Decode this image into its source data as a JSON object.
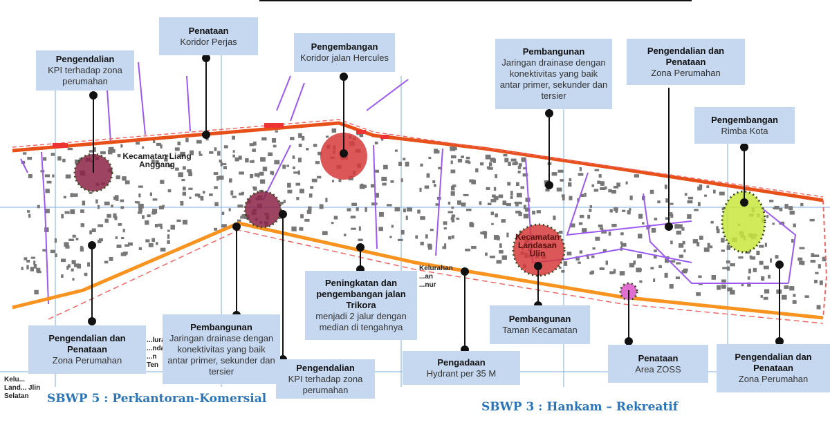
{
  "callouts": [
    {
      "title": "Pengendalian",
      "body": "KPI terhadap zona perumahan"
    },
    {
      "title": "Penataan",
      "body": "Koridor Perjas"
    },
    {
      "title": "Pengembangan",
      "body": "Koridor jalan Hercules"
    },
    {
      "title": "Pembangunan",
      "body": "Jaringan drainase dengan konektivitas yang baik antar primer, sekunder dan tersier"
    },
    {
      "title": "Pengendalian dan Penataan",
      "body": "Zona Perumahan"
    },
    {
      "title": "Pengembangan",
      "body": "Rimba Kota"
    },
    {
      "title": "Pengendalian dan Penataan",
      "body": "Zona Perumahan"
    },
    {
      "title": "Pembangunan",
      "body": "Jaringan drainase dengan konektivitas yang baik antar primer, sekunder dan tersier"
    },
    {
      "title": "Pengendalian",
      "body": "KPI terhadap zona perumahan"
    },
    {
      "title": "Peningkatan dan pengembangan jalan Trikora",
      "body": "menjadi 2 jalur dengan median di tengahnya"
    },
    {
      "title": "Pengadaan",
      "body": "Hydrant per 35 M"
    },
    {
      "title": "Pembangunan",
      "body": "Taman Kecamatan"
    },
    {
      "title": "Penataan",
      "body": "Area ZOSS"
    },
    {
      "title": "Pengendalian dan Penataan",
      "body": "Zona Perumahan"
    }
  ],
  "map_labels": {
    "kec_liang": "Kecamatan Liang Anggang",
    "kec_landasan": "Kecamatan Landasan Ulin",
    "kel_timur": "Kelurahan ...an ...nur",
    "kel_tengah": "...lurah ...ndas ...n Ten",
    "kel_selatan": "Kelu... Land... Jlin Selatan"
  },
  "sbwp5": "SBWP 5 : Perkantoran-Komersial",
  "sbwp3": "SBWP 3 : Hankam – Rekreatif",
  "colors": {
    "box": "#c5d8f0",
    "sbwp": "#2a74b8",
    "road_main": "#e8501a",
    "road_second": "#f7931e",
    "zone_maroon": "#8b2346",
    "zone_red": "#d63a3a",
    "zone_green": "#c8e63c",
    "zone_pink": "#e070d0"
  }
}
